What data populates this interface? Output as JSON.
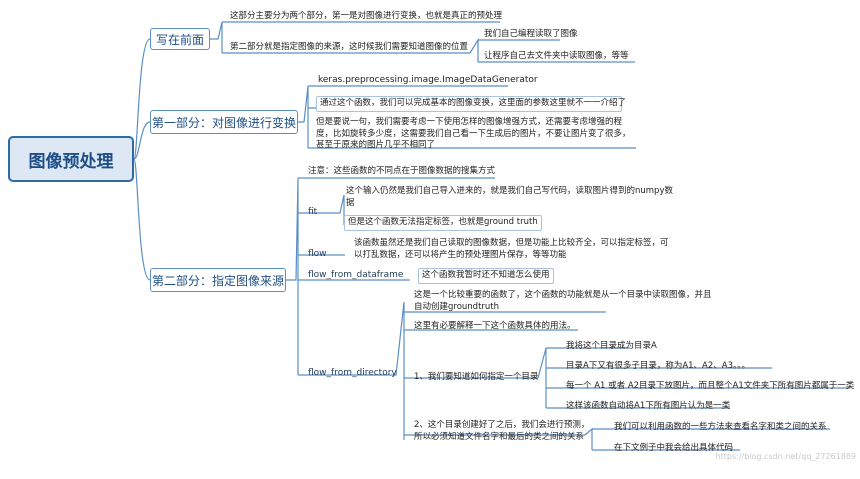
{
  "root": {
    "label": "图像预处理"
  },
  "sections": {
    "intro": {
      "label": "写在前面",
      "text1": "这部分主要分为两个部分，第一是对图像进行变换，也就是真正的预处理",
      "text2": "第二部分就是指定图像的来源，这时候我们需要知道图像的位置",
      "sub1": "我们自己编程读取了图像",
      "sub2": "让程序自己去文件夹中读取图像，等等"
    },
    "part1": {
      "label": "第一部分：对图像进行变换",
      "text1": "keras.preprocessing.image.ImageDataGenerator",
      "text2": "通过这个函数，我们可以完成基本的图像变换，这里面的参数这里就不一一介绍了",
      "text3": "但是要说一句，我们需要考虑一下使用怎样的图像增强方式，还需要考虑增强的程度，比如旋转多少度，这需要我们自己看一下生成后的图片，不要让图片变了很多，甚至于原来的图片几乎不相同了"
    },
    "part2": {
      "label": "第二部分：指定图像来源",
      "note": "注意：这些函数的不同点在于图像数据的搜集方式",
      "fit": {
        "label": "fit",
        "text1": "这个输入仍然是我们自己导入进来的，就是我们自己写代码，读取图片得到的numpy数据",
        "text2": "但是这个函数无法指定标签，也就是ground truth"
      },
      "flow": {
        "label": "flow",
        "text1": "该函数虽然还是我们自己读取的图像数据，但是功能上比较齐全，可以指定标签，可以打乱数据，还可以将产生的预处理图片保存，等等功能"
      },
      "flow_from_dataframe": {
        "label": "flow_from_dataframe",
        "text1": "这个函数我暂时还不知道怎么使用"
      },
      "flow_from_directory": {
        "label": "flow_from_directory",
        "text1": "这是一个比较重要的函数了，这个函数的功能就是从一个目录中读取图像，并且自动创建groundtruth",
        "text2": "这里有必要解释一下这个函数具体的用法。",
        "step1": {
          "label": "1、我们要知道如何指定一个目录",
          "items": [
            "我将这个目录成为目录A",
            "目录A下又有很多子目录，称为A1、A2、A3。。。",
            "每一个 A1 或者 A2目录下放图片，而且整个A1文件夹下所有图片都属于一类",
            "这样该函数自动将A1下所有图片认为是一类"
          ]
        },
        "step2": {
          "label": "2、这个目录创建好了之后，我们会进行预测，所以必须知道文件名字和最后的类之间的关系",
          "items": [
            "我们可以利用函数的一些方法来查看名字和类之间的关系",
            "在下文例子中我会给出具体代码"
          ]
        }
      }
    }
  },
  "watermark": "https://blog.csdn.net/qq_27261889",
  "colors": {
    "root_border": "#2e6aa8",
    "root_fill": "#dde8f4",
    "wire": "#5b8fc7",
    "main_text": "#1f4f86"
  }
}
